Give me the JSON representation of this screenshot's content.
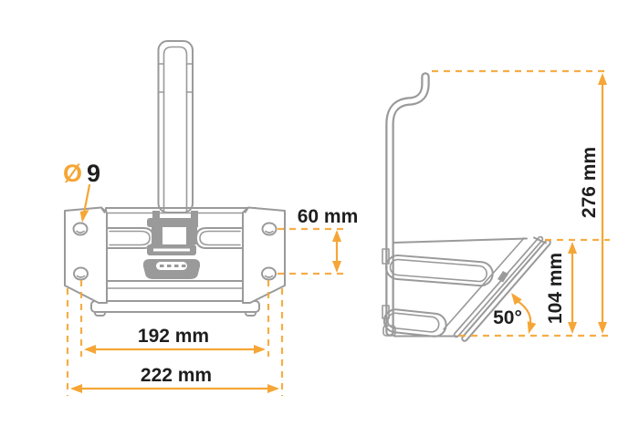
{
  "drawing": {
    "colors": {
      "accent": "#F5A636",
      "outline": "#9A9A9A",
      "ink": "#1E1E1E",
      "background": "#FFFFFF"
    },
    "dimensions": {
      "hole_diameter_symbol": "Ø",
      "hole_diameter_value": "9",
      "hole_vertical_spacing": "60 mm",
      "hole_horizontal_spacing": "192 mm",
      "overall_width": "222 mm",
      "overall_height": "276 mm",
      "tray_height": "104 mm",
      "tray_angle": "50°"
    }
  }
}
